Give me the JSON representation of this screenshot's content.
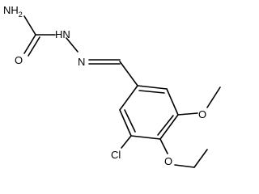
{
  "molecule": {
    "atom_labels": {
      "amine": "NH",
      "amine_subscript": "2",
      "hydrazide_nh": "HN",
      "imine_n": "N",
      "carbonyl_o": "O",
      "methoxy_o": "O",
      "chloro": "Cl",
      "ethoxy_o": "O"
    }
  }
}
